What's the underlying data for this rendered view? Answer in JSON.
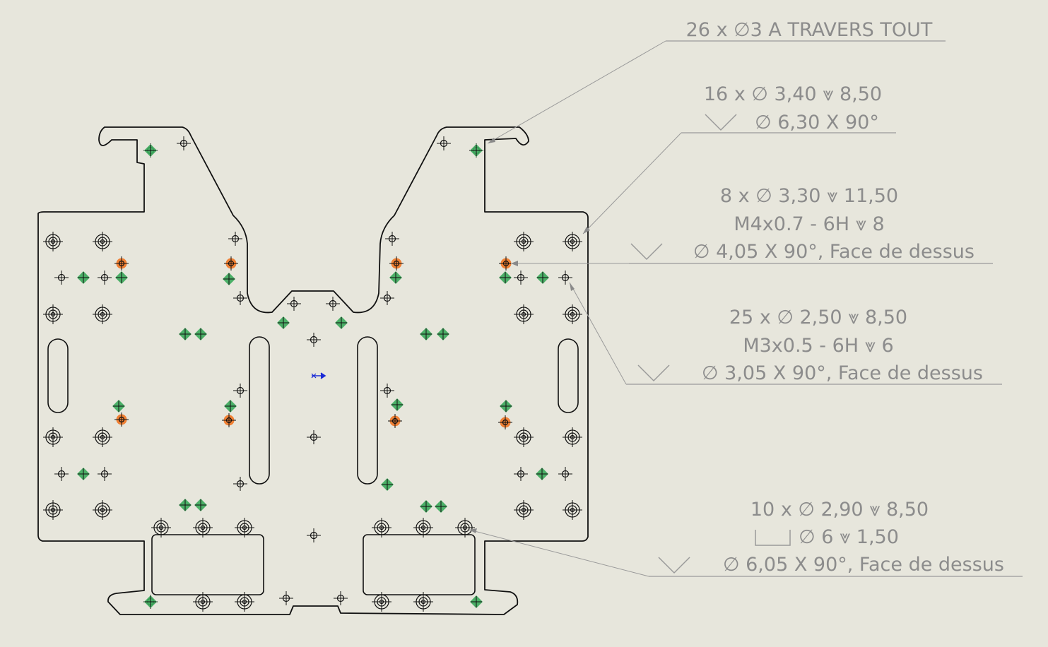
{
  "notes": [
    {
      "id": "n1",
      "lines": [
        "26 x ∅3 A TRAVERS TOUT"
      ]
    },
    {
      "id": "n2",
      "lines": [
        "16 x ∅ 3,40 ⩔ 8,50",
        "∅ 6,30 X 90°"
      ]
    },
    {
      "id": "n3",
      "lines": [
        "8 x ∅ 3,30 ⩔ 11,50",
        "M4x0.7 - 6H ⩔ 8",
        "∅ 4,05 X 90°, Face de dessus"
      ]
    },
    {
      "id": "n4",
      "lines": [
        "25 x ∅ 2,50 ⩔ 8,50",
        "M3x0.5 - 6H ⩔ 6",
        "∅ 3,05 X 90°, Face de dessus"
      ]
    },
    {
      "id": "n5",
      "lines": [
        "10 x ∅ 2,90 ⩔ 8,50",
        "∅ 6 ⩔ 1,50",
        "∅ 6,05 X 90°, Face de dessus"
      ]
    }
  ],
  "colors": {
    "background": "#e7e6dc",
    "outline": "#111111",
    "annotation": "#8c8c8c",
    "green_marker": "#3aa85a",
    "orange_marker": "#f07a2a",
    "origin": "#1a2bd6"
  },
  "symbols": {
    "countersink": "countersink-icon",
    "counterbore": "counterbore-icon",
    "depth": "depth-icon",
    "diameter": "diameter-icon"
  }
}
